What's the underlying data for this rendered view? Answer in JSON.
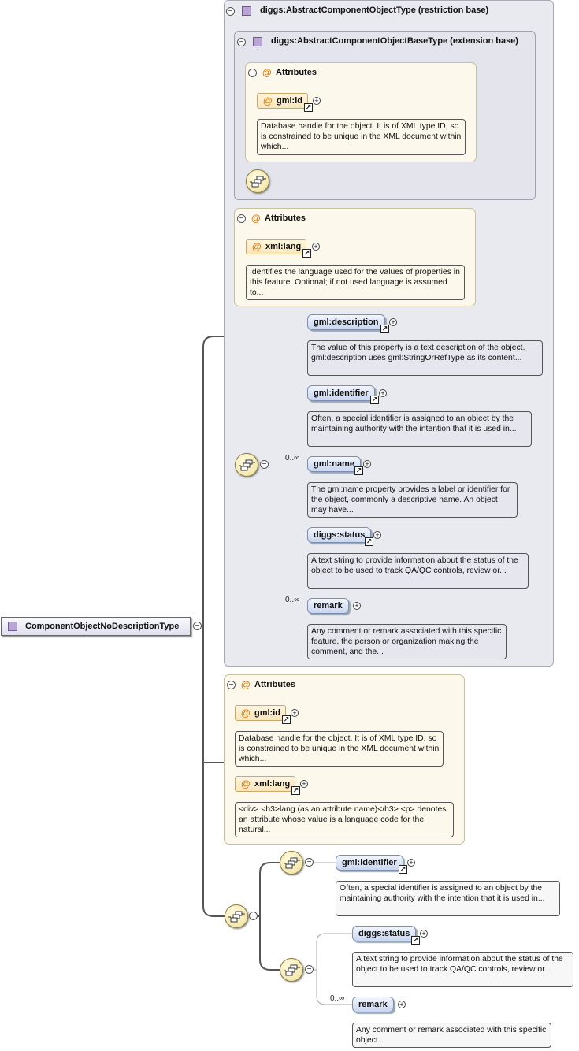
{
  "root": {
    "label": "ComponentObjectNoDescriptionType"
  },
  "restriction": {
    "title": "diggs:AbstractComponentObjectType (restriction base)"
  },
  "extension": {
    "title": "diggs:AbstractComponentObjectBaseType (extension base)"
  },
  "attributes_label": "Attributes",
  "ext_attrs": {
    "gml_id": {
      "name": "gml:id",
      "desc": "Database handle for the object. It is of XML type ID, so is constrained to be unique in the XML document within which..."
    }
  },
  "restr_attrs": {
    "xml_lang": {
      "name": "xml:lang",
      "desc": "Identifies the language used for the values of properties in this feature. Optional; if not used language is assumed to..."
    }
  },
  "restr_seq": {
    "cardinality_name": "0..∞",
    "cardinality_remark": "0..∞",
    "elements": [
      {
        "name": "gml:description",
        "desc": "The value of this property is a text description of the object. gml:description uses gml:StringOrRefType as its content..."
      },
      {
        "name": "gml:identifier",
        "desc": "Often, a special identifier is assigned to an object by the maintaining authority with the intention that it is used in..."
      },
      {
        "name": "gml:name",
        "desc": "The gml:name property provides a label or identifier for the object, commonly a descriptive name. An object may have..."
      },
      {
        "name": "diggs:status",
        "desc": "A text string to provide information about the status of the object to be used to track QA/QC controls, review or..."
      },
      {
        "name": "remark",
        "desc": "Any comment or remark associated with this specific feature, the person or organization making the comment, and the..."
      }
    ]
  },
  "own_attrs": {
    "gml_id": {
      "name": "gml:id",
      "desc": "Database handle for the object. It is of XML type ID, so is constrained to be unique in the XML document within which..."
    },
    "xml_lang": {
      "name": "xml:lang",
      "desc": "<div> <h3>lang (as an attribute name)</h3> <p> denotes an attribute whose value is a language code for the natural..."
    }
  },
  "own_seq": {
    "identifier": {
      "name": "gml:identifier",
      "desc": "Often, a special identifier is assigned to an object by the maintaining authority with the intention that it is used in..."
    },
    "status": {
      "name": "diggs:status",
      "desc": "A text string to provide information about the status of the object to be used to track QA/QC controls, review or..."
    },
    "remark": {
      "name": "remark",
      "desc": "Any comment or remark associated with this specific object.",
      "cardinality": "0..∞"
    }
  },
  "glyphs": {
    "minus": "−",
    "plus": "+",
    "arrow": "↗",
    "at": "@"
  }
}
